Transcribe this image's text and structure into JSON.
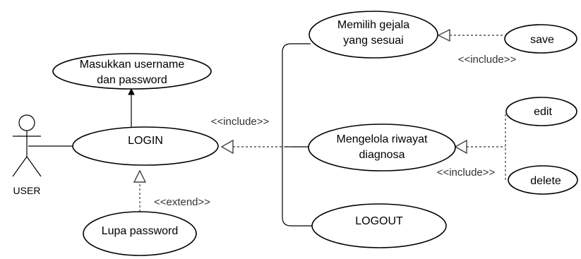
{
  "actor": {
    "name": "USER"
  },
  "use_cases": {
    "masukkan": {
      "line1": "Masukkan username",
      "line2": "dan password"
    },
    "login": "LOGIN",
    "lupa": "Lupa password",
    "memilih": {
      "line1": "Memilih gejala",
      "line2": "yang sesuai"
    },
    "save": "save",
    "mengelola": {
      "line1": "Mengelola riwayat",
      "line2": "diagnosa"
    },
    "edit": "edit",
    "delete": "delete",
    "logout": "LOGOUT"
  },
  "labels": {
    "include_top": "<<include>>",
    "include_login": "<<include>>",
    "include_bottom": "<<include>>",
    "extend": "<<extend>>"
  }
}
